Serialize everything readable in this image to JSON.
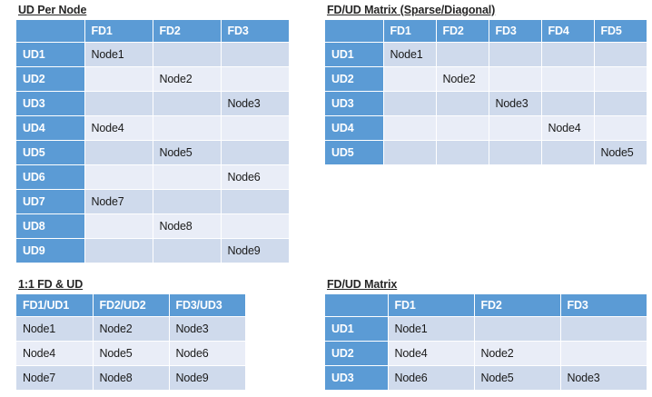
{
  "colors": {
    "header_blue": "#5B9BD5",
    "row_dark": "#CFDAEC",
    "row_light": "#E9EDF7",
    "text_dark": "#1A1A1A",
    "header_text": "#FFFFFF",
    "background": "#FFFFFF"
  },
  "panels": [
    {
      "id": "ud-per-node",
      "title": "UD Per Node",
      "corner_label": "",
      "columns": [
        "FD1",
        "FD2",
        "FD3"
      ],
      "rows": [
        {
          "label": "UD1",
          "cells": [
            "Node1",
            "",
            ""
          ]
        },
        {
          "label": "UD2",
          "cells": [
            "",
            "Node2",
            ""
          ]
        },
        {
          "label": "UD3",
          "cells": [
            "",
            "",
            "Node3"
          ]
        },
        {
          "label": "UD4",
          "cells": [
            "Node4",
            "",
            ""
          ]
        },
        {
          "label": "UD5",
          "cells": [
            "",
            "Node5",
            ""
          ]
        },
        {
          "label": "UD6",
          "cells": [
            "",
            "",
            "Node6"
          ]
        },
        {
          "label": "UD7",
          "cells": [
            "Node7",
            "",
            ""
          ]
        },
        {
          "label": "UD8",
          "cells": [
            "",
            "Node8",
            ""
          ]
        },
        {
          "label": "UD9",
          "cells": [
            "",
            "",
            "Node9"
          ]
        }
      ]
    },
    {
      "id": "sparse-matrix",
      "title": "FD/UD Matrix (Sparse/Diagonal)",
      "corner_label": "",
      "columns": [
        "FD1",
        "FD2",
        "FD3",
        "FD4",
        "FD5"
      ],
      "rows": [
        {
          "label": "UD1",
          "cells": [
            "Node1",
            "",
            "",
            "",
            ""
          ]
        },
        {
          "label": "UD2",
          "cells": [
            "",
            "Node2",
            "",
            "",
            ""
          ]
        },
        {
          "label": "UD3",
          "cells": [
            "",
            "",
            "Node3",
            "",
            ""
          ]
        },
        {
          "label": "UD4",
          "cells": [
            "",
            "",
            "",
            "Node4",
            ""
          ]
        },
        {
          "label": "UD5",
          "cells": [
            "",
            "",
            "",
            "",
            "Node5"
          ]
        }
      ]
    },
    {
      "id": "one-to-one",
      "title": "1:1 FD & UD",
      "columns": [
        "FD1/UD1",
        "FD2/UD2",
        "FD3/UD3"
      ],
      "rows": [
        {
          "label": null,
          "cells": [
            "Node1",
            "Node2",
            "Node3"
          ]
        },
        {
          "label": null,
          "cells": [
            "Node4",
            "Node5",
            "Node6"
          ]
        },
        {
          "label": null,
          "cells": [
            "Node7",
            "Node8",
            "Node9"
          ]
        }
      ]
    },
    {
      "id": "fdud-matrix",
      "title": "FD/UD Matrix",
      "corner_label": "",
      "columns": [
        "FD1",
        "FD2",
        "FD3"
      ],
      "rows": [
        {
          "label": "UD1",
          "cells": [
            "Node1",
            "",
            ""
          ]
        },
        {
          "label": "UD2",
          "cells": [
            "Node4",
            "Node2",
            ""
          ]
        },
        {
          "label": "UD3",
          "cells": [
            "Node6",
            "Node5",
            "Node3"
          ]
        }
      ]
    }
  ]
}
